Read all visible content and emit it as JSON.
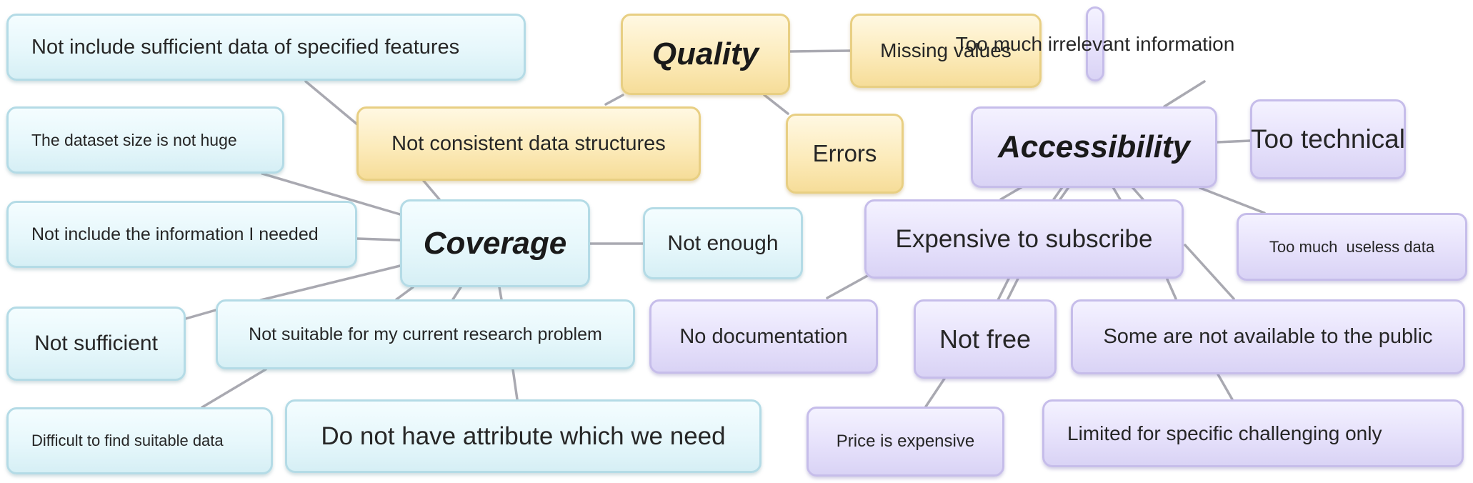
{
  "coverage": {
    "title": "Coverage",
    "items": {
      "not_include_features": "Not include sufficient data of specified features",
      "dataset_size": "The dataset size is not huge",
      "not_include_info": "Not include the information I needed",
      "not_enough": "Not enough",
      "not_sufficient": "Not sufficient",
      "not_suitable": "Not suitable for my current research problem",
      "difficult_find": "Difficult to find suitable data",
      "no_attribute": "Do not have attribute which we need"
    }
  },
  "quality": {
    "title": "Quality",
    "items": {
      "missing_values": "Missing values",
      "not_consistent": "Not consistent data structures",
      "errors": "Errors"
    }
  },
  "accessibility": {
    "title": "Accessibility",
    "items": {
      "irrelevant_info": "Too much irrelevant information",
      "too_technical": "Too technical",
      "useless_data": "Too much  useless data",
      "expensive_subscribe": "Expensive to subscribe",
      "no_documentation": "No documentation",
      "not_free": "Not free",
      "not_public": "Some are not available to the public",
      "price_expensive": "Price is expensive",
      "limited_specific": "Limited for specific challenging only"
    }
  }
}
